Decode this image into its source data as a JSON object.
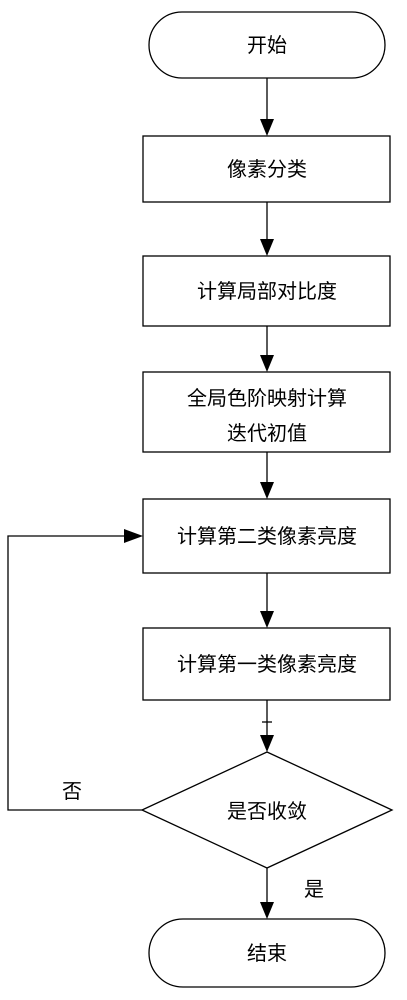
{
  "flowchart": {
    "start": "开始",
    "step_classify": "像素分类",
    "step_local_contrast": "计算局部对比度",
    "step_tone_mapping_line1": "全局色阶映射计算",
    "step_tone_mapping_line2": "迭代初值",
    "step_type2_brightness": "计算第二类像素亮度",
    "step_type1_brightness": "计算第一类像素亮度",
    "decision_converged": "是否收敛",
    "label_no": "否",
    "label_yes": "是",
    "end": "结束"
  }
}
